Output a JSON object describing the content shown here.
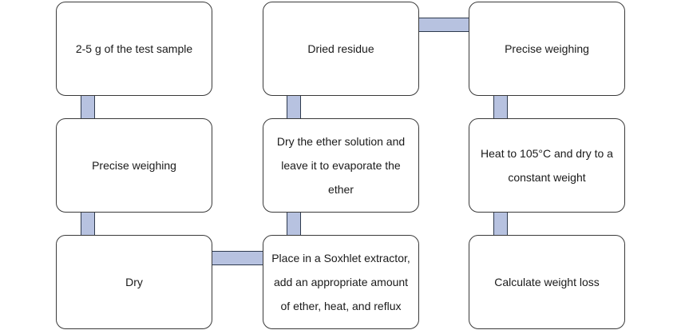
{
  "flowchart": {
    "steps": {
      "sample": "2-5 g of the test sample",
      "weigh_initial": "Precise weighing",
      "dry": "Dry",
      "soxhlet": "Place in a Soxhlet extractor, add an appropriate amount of ether, heat, and reflux",
      "evaporate": "Dry the ether solution and leave it to evaporate the ether",
      "residue": "Dried residue",
      "weigh_residue": "Precise weighing",
      "heat_dry": "Heat to 105°C and dry to a constant weight",
      "calc": "Calculate weight loss"
    },
    "connector_color": "#b7c2e0",
    "border_color": "#3a3a3a"
  }
}
